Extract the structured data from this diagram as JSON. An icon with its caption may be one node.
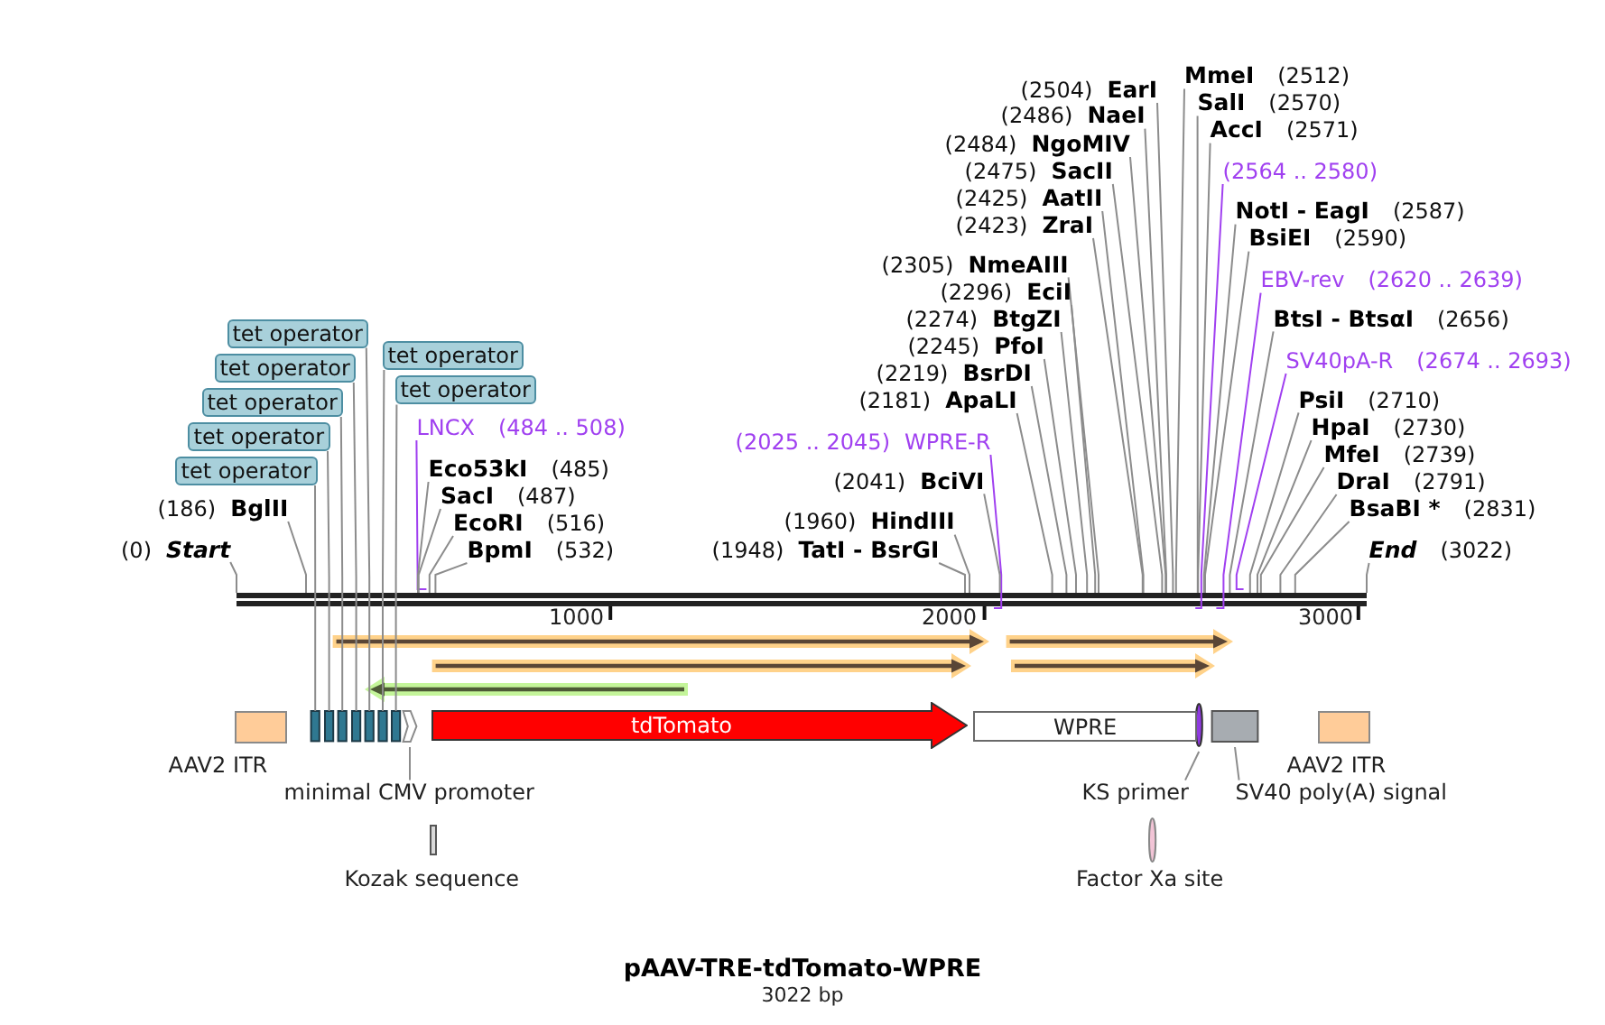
{
  "diagram": {
    "title": "pAAV-TRE-tdTomato-WPRE",
    "caption": "3022 bp",
    "nodes": [
      {
        "text": [
          "tet operator"
        ]
      },
      {
        "text": [
          "tet operator"
        ]
      },
      {
        "text": [
          "tet operator"
        ]
      },
      {
        "text": [
          "tet operator"
        ]
      },
      {
        "text": [
          "tet operator"
        ]
      },
      {
        "text": [
          "tet operator"
        ]
      },
      {
        "text": [
          "tet operator"
        ]
      },
      {
        "text": [
          "LNCX",
          "(484 .. 508)"
        ]
      },
      {
        "text": [
          "Eco53kI",
          "(485)"
        ]
      },
      {
        "text": [
          "SacI",
          "(487)"
        ]
      },
      {
        "text": [
          "(186)",
          "BglII"
        ]
      },
      {
        "text": [
          "EcoRI",
          "(516)"
        ]
      },
      {
        "text": [
          "(0)",
          "Start"
        ]
      },
      {
        "text": [
          "BpmI",
          "(532)"
        ]
      },
      {
        "text": [
          "(2504)",
          "EarI"
        ]
      },
      {
        "text": [
          "(2486)",
          "NaeI"
        ]
      },
      {
        "text": [
          "(2484)",
          "NgoMIV"
        ]
      },
      {
        "text": [
          "(2475)",
          "SacII"
        ]
      },
      {
        "text": [
          "(2425)",
          "AatII"
        ]
      },
      {
        "text": [
          "(2423)",
          "ZraI"
        ]
      },
      {
        "text": [
          "(2305)",
          "NmeAIII"
        ]
      },
      {
        "text": [
          "(2296)",
          "EciI"
        ]
      },
      {
        "text": [
          "(2274)",
          "BtgZI"
        ]
      },
      {
        "text": [
          "(2245)",
          "PfoI"
        ]
      },
      {
        "text": [
          "(2219)",
          "BsrDI"
        ]
      },
      {
        "text": [
          "(2181)",
          "ApaLI"
        ]
      },
      {
        "text": [
          "(2025 .. 2045)",
          "WPRE-R"
        ]
      },
      {
        "text": [
          "(2041)",
          "BciVI"
        ]
      },
      {
        "text": [
          "(1960)",
          "HindIII"
        ]
      },
      {
        "text": [
          "(1948)",
          "TatI - BsrGI"
        ]
      },
      {
        "text": [
          "MmeI",
          "(2512)"
        ]
      },
      {
        "text": [
          "SalI",
          "(2570)"
        ]
      },
      {
        "text": [
          "AccI",
          "(2571)"
        ]
      },
      {
        "text": [
          "(2564 .. 2580)"
        ]
      },
      {
        "text": [
          "NotI - EagI",
          "(2587)"
        ]
      },
      {
        "text": [
          "BsiEI",
          "(2590)"
        ]
      },
      {
        "text": [
          "EBV-rev",
          "(2620 .. 2639)"
        ]
      },
      {
        "text": [
          "BtsI - BtsαI",
          "(2656)"
        ]
      },
      {
        "text": [
          "SV40pA-R",
          "(2674 .. 2693)"
        ]
      },
      {
        "text": [
          "PsiI",
          "(2710)"
        ]
      },
      {
        "text": [
          "HpaI",
          "(2730)"
        ]
      },
      {
        "text": [
          "MfeI",
          "(2739)"
        ]
      },
      {
        "text": [
          "DraI",
          "(2791)"
        ]
      },
      {
        "text": [
          "BsaBI *",
          "(2831)"
        ]
      },
      {
        "text": [
          "End",
          "(3022)"
        ]
      },
      {
        "text": [],
        "shape": "bar"
      },
      {
        "text": [],
        "shape": "arrow"
      },
      {
        "text": [],
        "shape": "arrow"
      },
      {
        "text": [],
        "shape": "arrow"
      },
      {
        "text": [],
        "shape": "arrow"
      },
      {
        "text": [],
        "shape": "arrow"
      },
      {
        "text": [
          "AAV2 ITR"
        ]
      },
      {
        "text": [],
        "shape": "bar"
      },
      {
        "text": [],
        "shape": "bar"
      },
      {
        "text": [],
        "shape": "bar"
      },
      {
        "text": [],
        "shape": "bar"
      },
      {
        "text": [],
        "shape": "bar"
      },
      {
        "text": [],
        "shape": "bar"
      },
      {
        "text": [],
        "shape": "bar"
      },
      {
        "text": [],
        "shape": "arrow"
      },
      {
        "text": [
          "tdTomato"
        ]
      },
      {
        "text": [
          "WPRE"
        ]
      },
      {
        "text": [],
        "shape": "bar"
      },
      {
        "text": [],
        "shape": "box"
      },
      {
        "text": [
          "AAV2 ITR"
        ]
      },
      {
        "text": [
          "minimal CMV promoter"
        ]
      },
      {
        "text": [
          "KS primer"
        ]
      },
      {
        "text": [
          "SV40 poly(A) signal"
        ]
      },
      {
        "text": [
          "Kozak sequence"
        ]
      },
      {
        "text": [
          "Factor Xa site"
        ]
      }
    ],
    "edges": [
      {
        "from": 0,
        "to": 56,
        "arrow": "none"
      },
      {
        "from": 1,
        "to": 57,
        "arrow": "none"
      },
      {
        "from": 2,
        "to": 55,
        "arrow": "none"
      },
      {
        "from": 3,
        "to": 58,
        "arrow": "none"
      },
      {
        "from": 4,
        "to": 54,
        "arrow": "none"
      },
      {
        "from": 5,
        "to": 53,
        "arrow": "none"
      },
      {
        "from": 6,
        "to": 52,
        "arrow": "none"
      },
      {
        "from": 7,
        "to": 45,
        "arrow": "none",
        "color": "#a040f0"
      },
      {
        "from": 8,
        "to": 45,
        "arrow": "none"
      },
      {
        "from": 9,
        "to": 45,
        "arrow": "none"
      },
      {
        "from": 10,
        "to": 45,
        "arrow": "none"
      },
      {
        "from": 11,
        "to": 45,
        "arrow": "none"
      },
      {
        "from": 12,
        "to": 45,
        "arrow": "none"
      },
      {
        "from": 13,
        "to": 45,
        "arrow": "none"
      },
      {
        "from": 14,
        "to": 45,
        "arrow": "none"
      },
      {
        "from": 15,
        "to": 45,
        "arrow": "none"
      },
      {
        "from": 16,
        "to": 45,
        "arrow": "none"
      },
      {
        "from": 17,
        "to": 45,
        "arrow": "none"
      },
      {
        "from": 18,
        "to": 45,
        "arrow": "none"
      },
      {
        "from": 19,
        "to": 45,
        "arrow": "none"
      },
      {
        "from": 20,
        "to": 45,
        "arrow": "none"
      },
      {
        "from": 21,
        "to": 45,
        "arrow": "none"
      },
      {
        "from": 22,
        "to": 45,
        "arrow": "none"
      },
      {
        "from": 23,
        "to": 45,
        "arrow": "none"
      },
      {
        "from": 24,
        "to": 45,
        "arrow": "none"
      },
      {
        "from": 25,
        "to": 45,
        "arrow": "none"
      },
      {
        "from": 26,
        "to": 45,
        "arrow": "none",
        "color": "#a040f0"
      },
      {
        "from": 27,
        "to": 45,
        "arrow": "none"
      },
      {
        "from": 28,
        "to": 45,
        "arrow": "none"
      },
      {
        "from": 29,
        "to": 45,
        "arrow": "none"
      },
      {
        "from": 30,
        "to": 45,
        "arrow": "none"
      },
      {
        "from": 31,
        "to": 45,
        "arrow": "none"
      },
      {
        "from": 32,
        "to": 45,
        "arrow": "none"
      },
      {
        "from": 33,
        "to": 45,
        "arrow": "none",
        "color": "#a040f0"
      },
      {
        "from": 34,
        "to": 45,
        "arrow": "none"
      },
      {
        "from": 35,
        "to": 45,
        "arrow": "none"
      },
      {
        "from": 36,
        "to": 45,
        "arrow": "none",
        "color": "#a040f0"
      },
      {
        "from": 37,
        "to": 45,
        "arrow": "none"
      },
      {
        "from": 38,
        "to": 45,
        "arrow": "none",
        "color": "#a040f0"
      },
      {
        "from": 39,
        "to": 45,
        "arrow": "none"
      },
      {
        "from": 40,
        "to": 45,
        "arrow": "none"
      },
      {
        "from": 41,
        "to": 45,
        "arrow": "none"
      },
      {
        "from": 42,
        "to": 45,
        "arrow": "none"
      },
      {
        "from": 43,
        "to": 45,
        "arrow": "none"
      },
      {
        "from": 44,
        "to": 45,
        "arrow": "none"
      },
      {
        "from": 65,
        "to": 59,
        "arrow": "none"
      },
      {
        "from": 66,
        "to": 62,
        "arrow": "none"
      },
      {
        "from": 67,
        "to": 63,
        "arrow": "none"
      }
    ],
    "labels": [
      "1000",
      "2000",
      "3000"
    ]
  }
}
